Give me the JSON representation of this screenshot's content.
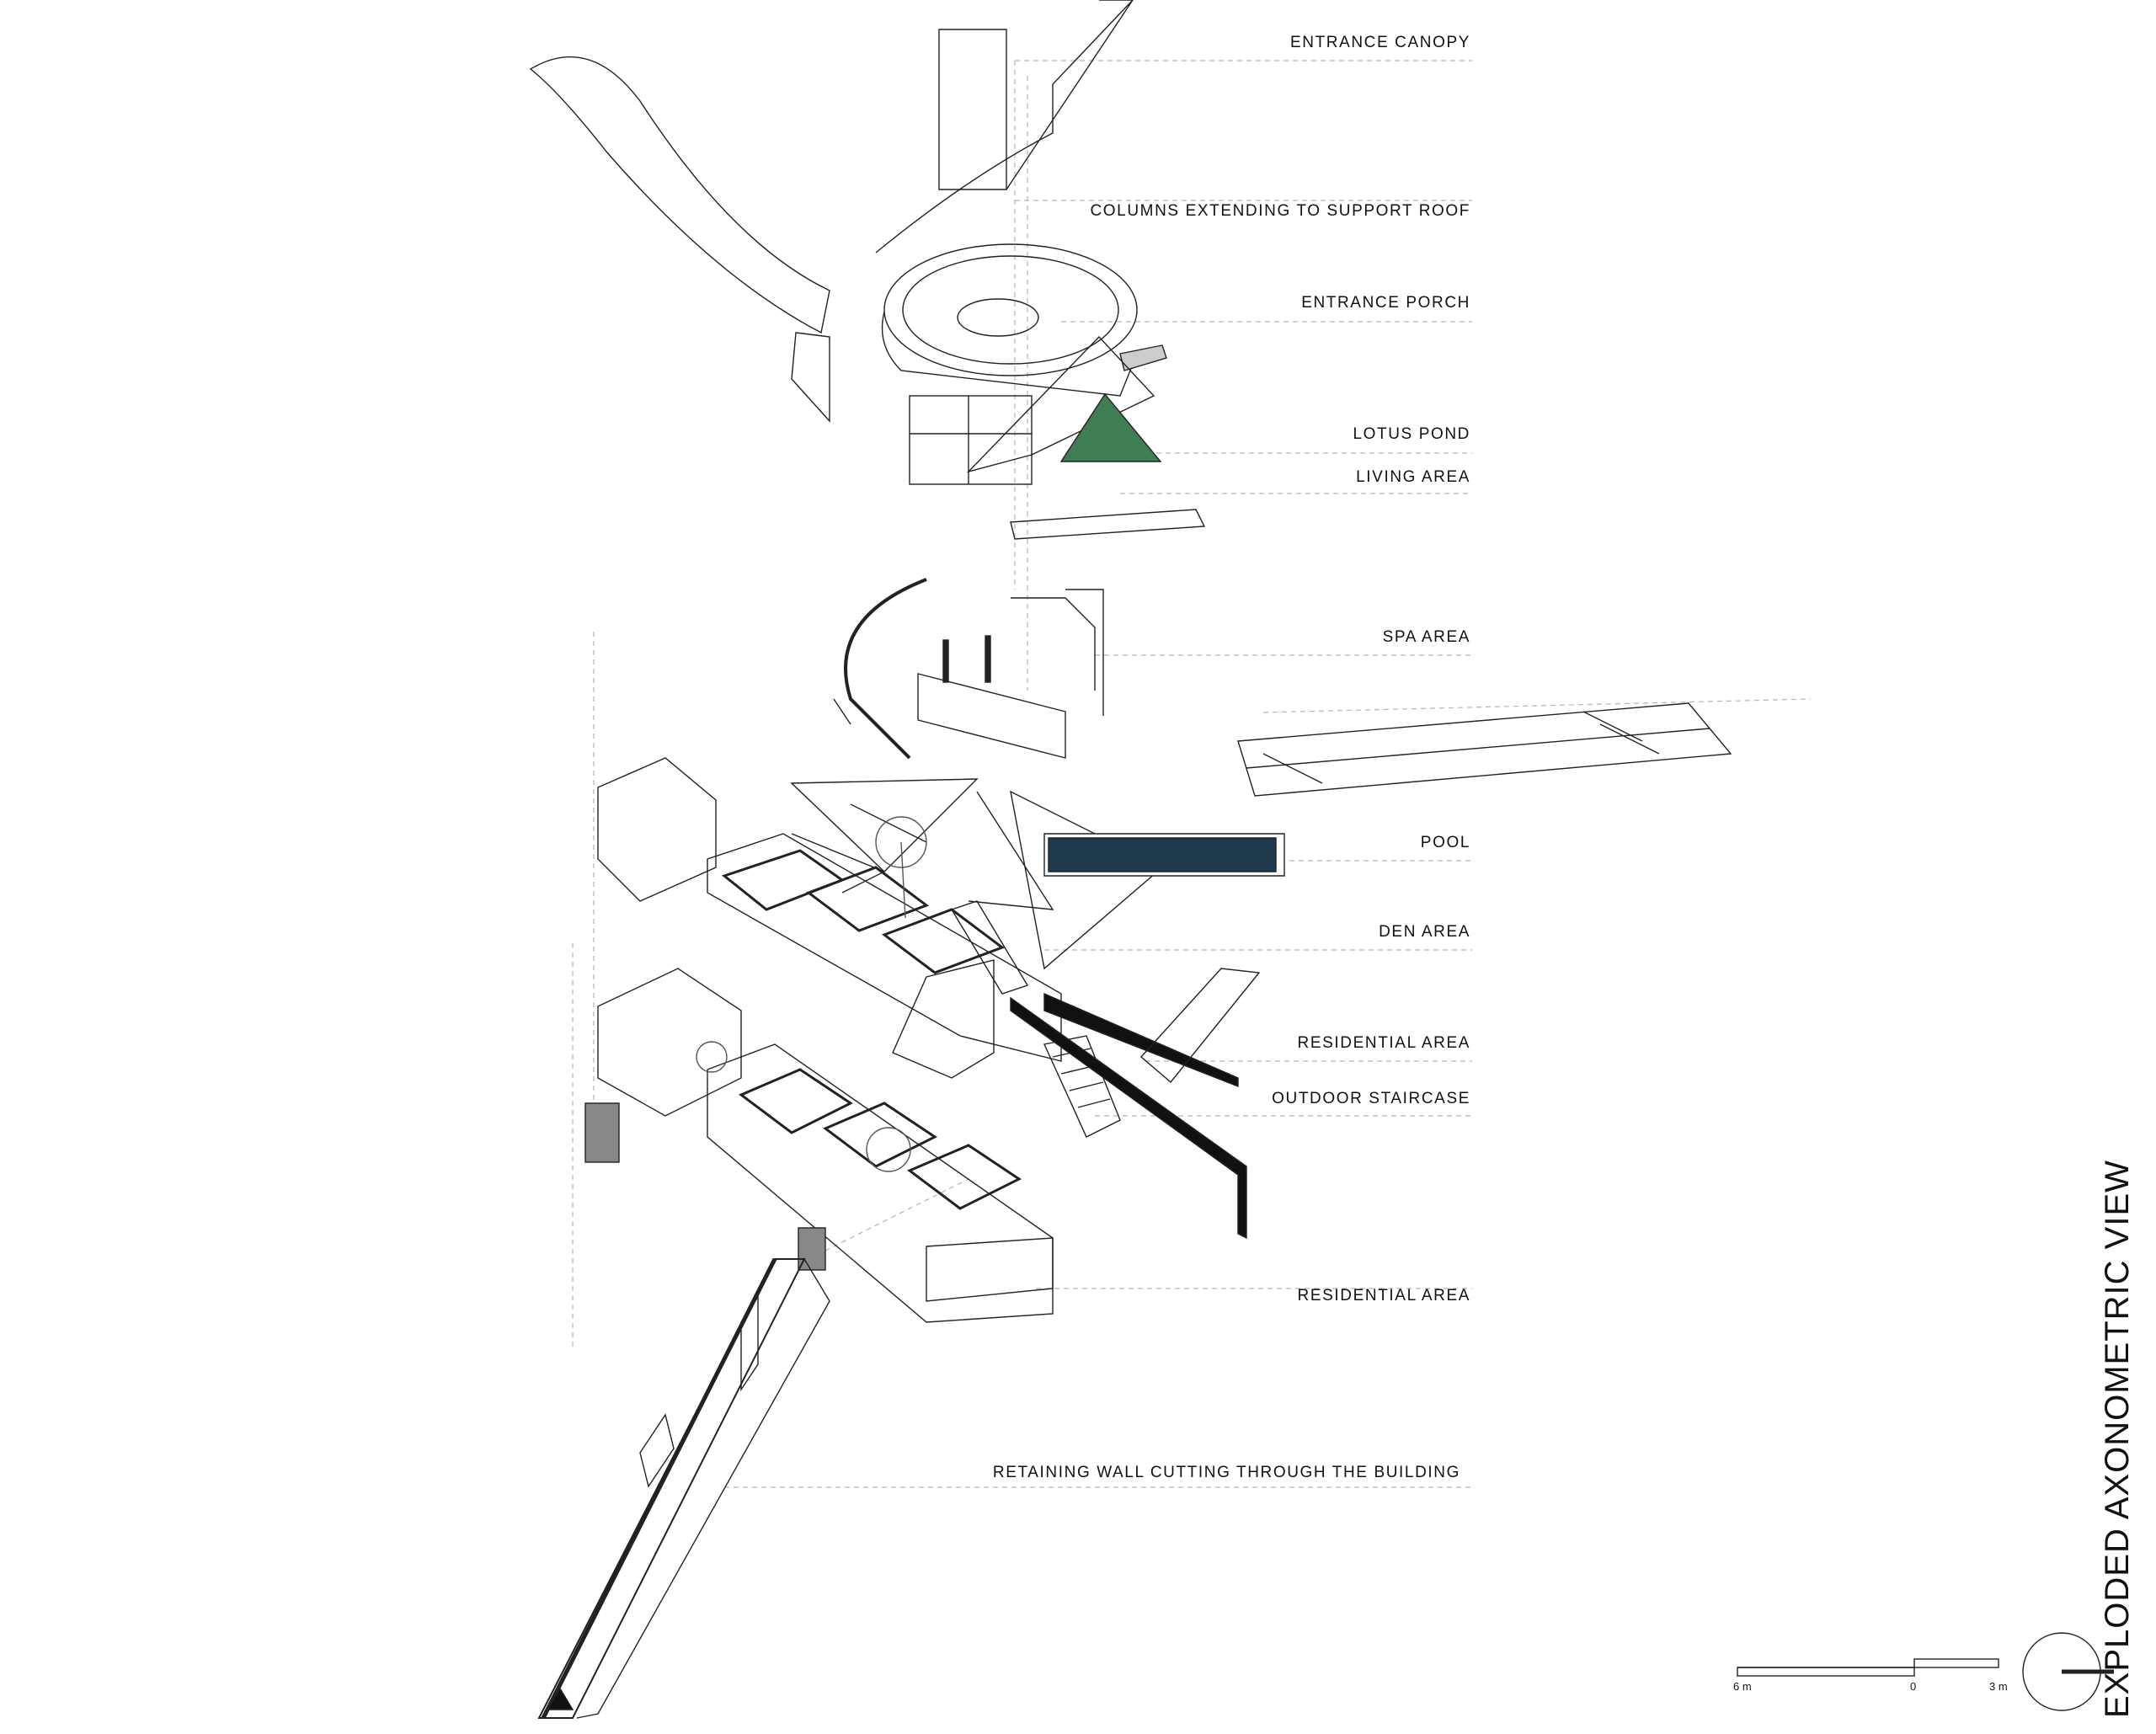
{
  "title": "EXPLODED AXONOMETRIC VIEW",
  "labels": {
    "entrance_canopy": "ENTRANCE CANOPY",
    "columns": "COLUMNS EXTENDING TO SUPPORT ROOF",
    "entrance_porch": "ENTRANCE PORCH",
    "lotus_pond": "LOTUS POND",
    "living_area": "LIVING AREA",
    "spa_area": "SPA AREA",
    "pool": "POOL",
    "den_area": "DEN AREA",
    "residential_area_1": "RESIDENTIAL AREA",
    "outdoor_staircase": "OUTDOOR STAIRCASE",
    "residential_area_2": "RESIDENTIAL AREA",
    "retaining_wall": "RETAINING WALL CUTTING THROUGH THE BUILDING"
  },
  "scale_bar": {
    "left": "6 m",
    "zero": "0",
    "right": "3 m"
  },
  "colors": {
    "pool": "#1f3a4d",
    "lotus_green": "#3f7d52",
    "ink": "#111111",
    "leader": "#b0b0b0"
  }
}
